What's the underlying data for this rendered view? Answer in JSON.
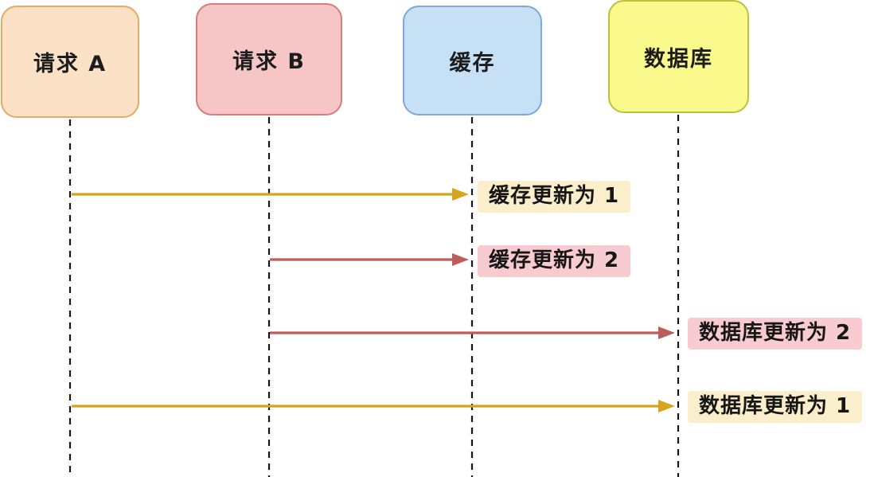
{
  "diagram_title": "cache-database-update-sequence",
  "actors": [
    {
      "label": "请求 A",
      "fill": "#FBE2C6",
      "border": "#E8A960"
    },
    {
      "label": "请求 B",
      "fill": "#F6C6C6",
      "border": "#D97C7C"
    },
    {
      "label": "缓存",
      "fill": "#C6E0F6",
      "border": "#7FA8D9"
    },
    {
      "label": "数据库",
      "fill": "#F9F98C",
      "border": "#BFBF3E"
    }
  ],
  "events": [
    {
      "label": "缓存更新为 1",
      "from": "请求 A",
      "to": "缓存",
      "arrow_color": "#D6A51E",
      "label_bg": "#FBEECB"
    },
    {
      "label": "缓存更新为 2",
      "from": "请求 B",
      "to": "缓存",
      "arrow_color": "#BE5B5B",
      "label_bg": "#F8CBD0"
    },
    {
      "label": "数据库更新为 2",
      "from": "请求 B",
      "to": "数据库",
      "arrow_color": "#BE5B5B",
      "label_bg": "#F8CBD0"
    },
    {
      "label": "数据库更新为 1",
      "from": "请求 A",
      "to": "数据库",
      "arrow_color": "#D6A51E",
      "label_bg": "#FBEECB"
    }
  ],
  "colors": {
    "lifeline": "#161616",
    "background": "#FFFFFF",
    "text": "#161616"
  }
}
